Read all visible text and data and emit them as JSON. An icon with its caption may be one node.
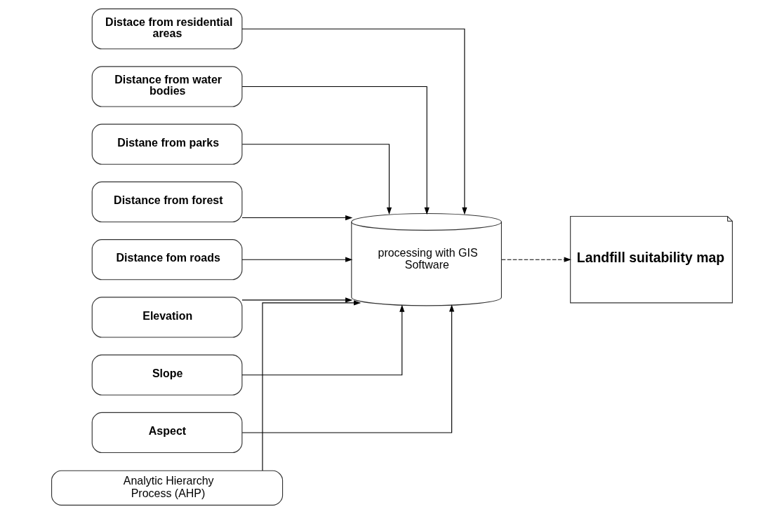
{
  "diagram": {
    "nodes": [
      {
        "text": [
          "Distace from residential areas"
        ]
      },
      {
        "text": [
          "Distance from water bodies"
        ]
      },
      {
        "text": [
          "Distane from parks"
        ]
      },
      {
        "text": [
          "Distance from forest"
        ]
      },
      {
        "text": [
          "Distance fom roads"
        ]
      },
      {
        "text": [
          "Elevation"
        ]
      },
      {
        "text": [
          "Slope"
        ]
      },
      {
        "text": [
          "Aspect"
        ]
      },
      {
        "text": [
          "Analytic Hierarchy Process (AHP)"
        ]
      },
      {
        "text": [
          "processing with GIS Software"
        ]
      },
      {
        "text": [
          "Landfill suitability map"
        ]
      }
    ],
    "edges": [
      {
        "from": 0,
        "to": 9,
        "arrow": "to"
      },
      {
        "from": 1,
        "to": 9,
        "arrow": "to"
      },
      {
        "from": 2,
        "to": 9,
        "arrow": "to"
      },
      {
        "from": 3,
        "to": 9,
        "arrow": "to"
      },
      {
        "from": 4,
        "to": 9,
        "arrow": "to"
      },
      {
        "from": 5,
        "to": 9,
        "arrow": "to"
      },
      {
        "from": 6,
        "to": 9,
        "arrow": "to"
      },
      {
        "from": 7,
        "to": 9,
        "arrow": "to"
      },
      {
        "from": 8,
        "to": 9,
        "arrow": "to"
      },
      {
        "from": 9,
        "to": 10,
        "arrow": "to",
        "style": "dashed"
      }
    ]
  }
}
